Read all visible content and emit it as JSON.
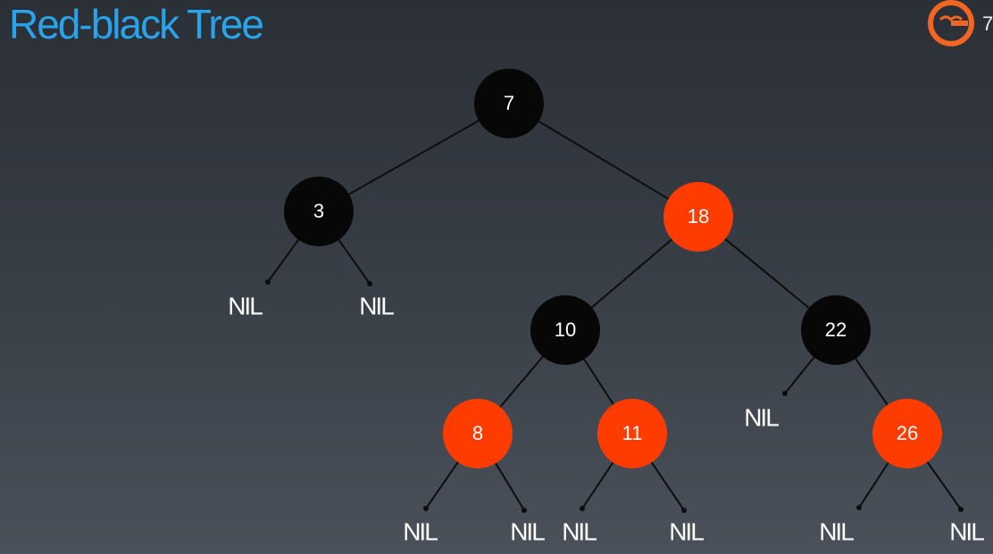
{
  "title": "Red-black Tree",
  "colors": {
    "title": "#29a3ea",
    "black_node": "#070707",
    "red_node": "#ff3c00",
    "node_text": "#ffffff",
    "edge": "#0d0d0d",
    "nil_text": "#ffffff",
    "logo": "#f26522"
  },
  "nodes": [
    {
      "id": "n7",
      "label": "7",
      "color": "black"
    },
    {
      "id": "n3",
      "label": "3",
      "color": "black"
    },
    {
      "id": "n18",
      "label": "18",
      "color": "red"
    },
    {
      "id": "n10",
      "label": "10",
      "color": "black"
    },
    {
      "id": "n22",
      "label": "22",
      "color": "black"
    },
    {
      "id": "n8",
      "label": "8",
      "color": "red"
    },
    {
      "id": "n11",
      "label": "11",
      "color": "red"
    },
    {
      "id": "n26",
      "label": "26",
      "color": "red"
    }
  ],
  "nils": [
    {
      "id": "nil-3-left",
      "label": "NIL"
    },
    {
      "id": "nil-3-right",
      "label": "NIL"
    },
    {
      "id": "nil-22-left",
      "label": "NIL"
    },
    {
      "id": "nil-8-left",
      "label": "NIL"
    },
    {
      "id": "nil-8-right",
      "label": "NIL"
    },
    {
      "id": "nil-11-left",
      "label": "NIL"
    },
    {
      "id": "nil-11-right",
      "label": "NIL"
    },
    {
      "id": "nil-26-left",
      "label": "NIL"
    },
    {
      "id": "nil-26-right",
      "label": "NIL"
    }
  ],
  "edges": [
    [
      "n7",
      "n3"
    ],
    [
      "n7",
      "n18"
    ],
    [
      "n18",
      "n10"
    ],
    [
      "n18",
      "n22"
    ],
    [
      "n10",
      "n8"
    ],
    [
      "n10",
      "n11"
    ],
    [
      "n22",
      "n26"
    ],
    [
      "n3",
      "nil-3-left"
    ],
    [
      "n3",
      "nil-3-right"
    ],
    [
      "n22",
      "nil-22-left"
    ],
    [
      "n8",
      "nil-8-left"
    ],
    [
      "n8",
      "nil-8-right"
    ],
    [
      "n11",
      "nil-11-left"
    ],
    [
      "n11",
      "nil-11-right"
    ],
    [
      "n26",
      "nil-26-left"
    ],
    [
      "n26",
      "nil-26-right"
    ]
  ],
  "logo": {
    "icon": "geekbang-logo-icon",
    "trailing_char": "7"
  }
}
